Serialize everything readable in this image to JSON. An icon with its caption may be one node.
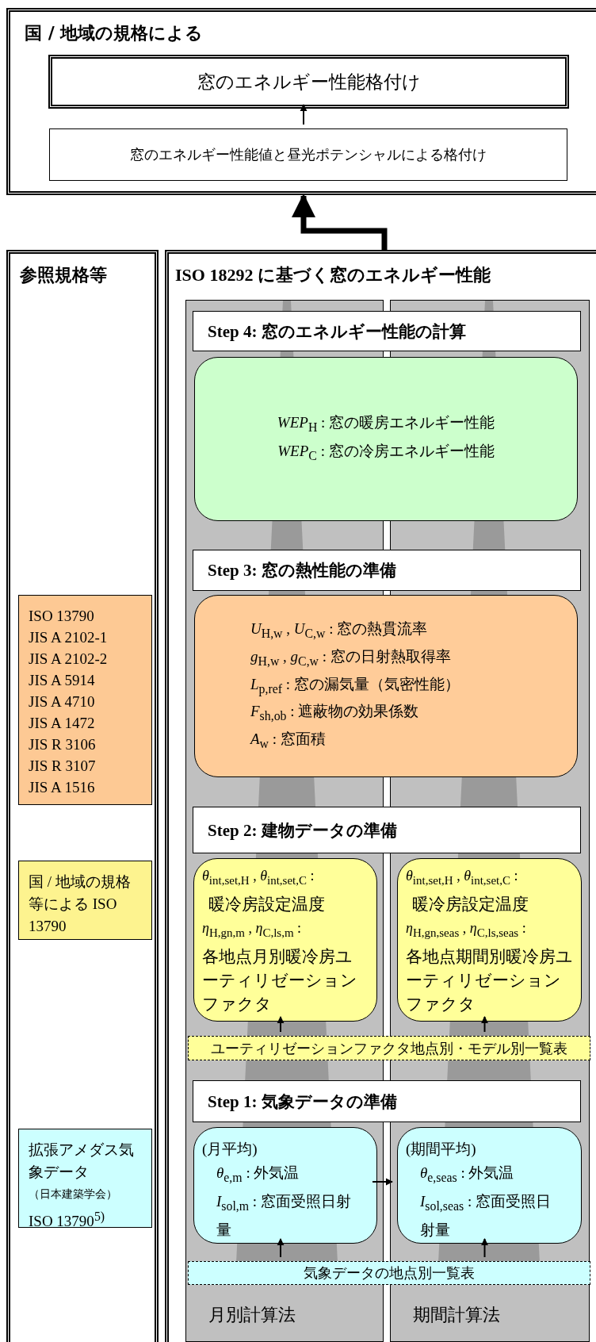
{
  "diagram": {
    "nodes": [
      {
        "text": [
          "国 / 地域の規格による"
        ]
      },
      {
        "text": [
          "窓のエネルギー性能格付け"
        ],
        "in": 0
      },
      {
        "text": [
          "窓のエネルギー性能値と昼光ポテンシャルによる格付け"
        ],
        "in": 0
      },
      {
        "text": [
          "参照規格等"
        ]
      },
      {
        "text": [
          "ISO 13790",
          "JIS A 2102-1",
          "JIS A 2102-2",
          "JIS A 5914",
          "JIS A 4710",
          "JIS A 1472",
          "JIS R 3106",
          "JIS R 3107",
          "JIS A 1516"
        ],
        "in": 3
      },
      {
        "text": [
          "国 / 地域の規格等による ISO 13790"
        ],
        "in": 3
      },
      {
        "text": [
          "拡張アメダス気象データ",
          "（日本建築学会）",
          "ISO 13790$^{5)}$"
        ],
        "in": 3
      },
      {
        "text": [
          "ISO 18292 に基づく窓のエネルギー性能"
        ]
      },
      {
        "text": [
          "月別計算法"
        ],
        "in": 7
      },
      {
        "text": [
          "期間計算法"
        ],
        "in": 7
      },
      {
        "text": [
          "Step 4: 窓のエネルギー性能の計算"
        ],
        "in": 7
      },
      {
        "text": [
          "*WEP*$_{H}$ : 窓の暖房エネルギー性能",
          "*WEP*$_{C}$ : 窓の冷房エネルギー性能"
        ],
        "in": 7
      },
      {
        "text": [
          "Step 3: 窓の熱性能の準備"
        ],
        "in": 7
      },
      {
        "text": [
          "*U*$_{H,w}$ , *U*$_{C,w}$ : 窓の熱貫流率",
          "*g*$_{H,w}$ , *g*$_{C,w}$ : 窓の日射熱取得率",
          "*L*$_{p,ref}$ : 窓の漏気量（気密性能）",
          "*F*$_{sh,ob}$ : 遮蔽物の効果係数",
          "*A*$_{w}$ : 窓面積"
        ],
        "in": 7
      },
      {
        "text": [
          "Step 2: 建物データの準備"
        ],
        "in": 7
      },
      {
        "text": [
          "*θ*$_{int,set,H}$ , *θ*$_{int,set,C}$ :",
          "暖冷房設定温度",
          "*η*$_{H,gn,m}$ , *η*$_{C,ls,m}$ :",
          "各地点月別暖冷房ユーティリゼーションファクタ"
        ],
        "in": 8
      },
      {
        "text": [
          "*θ*$_{int,set,H}$ , *θ*$_{int,set,C}$ :",
          "暖冷房設定温度",
          "*η*$_{H,gn,seas}$ , *η*$_{C,ls,seas}$ :",
          "各地点期間別暖冷房ユーティリゼーションファクタ"
        ],
        "in": 9
      },
      {
        "text": [
          "ユーティリゼーションファクタ地点別・モデル別一覧表"
        ],
        "in": 7
      },
      {
        "text": [
          "Step 1: 気象データの準備"
        ],
        "in": 7
      },
      {
        "text": [
          "(月平均)",
          "*θ*$_{e,m}$ : 外気温",
          "*I*$_{sol,m}$ : 窓面受照日射量"
        ],
        "in": 8
      },
      {
        "text": [
          "(期間平均)",
          "*θ*$_{e,seas}$ : 外気温",
          "*I*$_{sol,seas}$ : 窓面受照日射量"
        ],
        "in": 9
      },
      {
        "text": [
          "気象データの地点別一覧表"
        ],
        "in": 7
      }
    ],
    "edges": [
      {
        "from": 2,
        "to": 1,
        "arrow": "to"
      },
      {
        "from": 7,
        "to": 0,
        "arrow": "to",
        "style": "thick"
      },
      {
        "from": 17,
        "to": 15,
        "arrow": "to"
      },
      {
        "from": 17,
        "to": 16,
        "arrow": "to"
      },
      {
        "from": 21,
        "to": 19,
        "arrow": "to"
      },
      {
        "from": 21,
        "to": 20,
        "arrow": "to"
      },
      {
        "from": 19,
        "to": 20,
        "arrow": "to"
      }
    ]
  }
}
